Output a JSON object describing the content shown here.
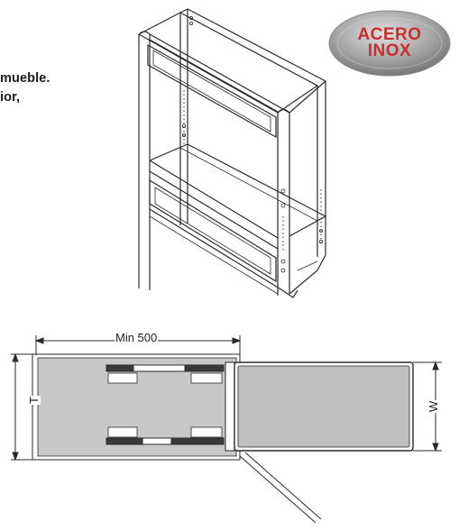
{
  "text_fragments": {
    "line1": "mueble.",
    "line2": "ior,"
  },
  "badge": {
    "line1": "ACERO",
    "line2": "INOX",
    "color": "#c8302e"
  },
  "dimensions": {
    "depth_label": "Min 500",
    "t_label": "T",
    "w_label": "W"
  },
  "colors": {
    "line": "#333333",
    "panel": "#bfbfbf",
    "badge_bg": "#9a9a9a"
  }
}
